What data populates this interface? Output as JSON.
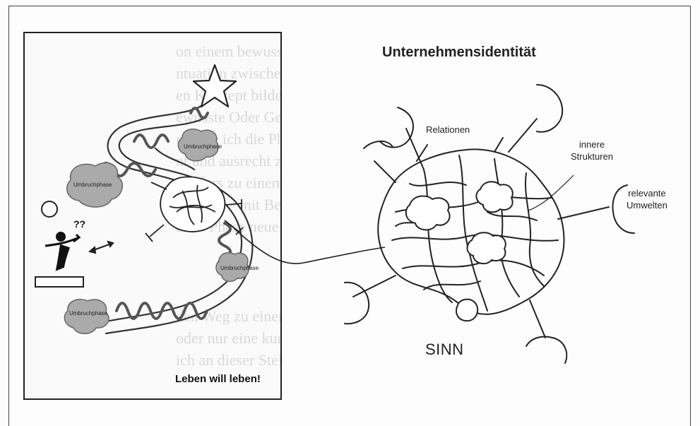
{
  "title": "Unternehmensidentität",
  "labels": {
    "relationen": "Relationen",
    "innere_strukturen": "innere\nStrukturen",
    "relevante_umwelten": "relevante\nUmwelten",
    "sinn": "SINN"
  },
  "left_panel": {
    "motto": "Leben will leben!",
    "phase_label": "Umbruchphase",
    "background_text_lines": [
      "on einem bewussten »Ladi g",
      "ntuation zwischen Hypothe",
      "en Konzept bildet.",
      "ewusste Oder Gebietes führt",
      "n bilde ich die Phasen über",
      "nt und ausrecht zum Bezug",
      "sonders zu einem großen",
      "geht um - mit Bezug",
      "auch Phase neue Impulse",
      "",
      "den Weg zu einem Ende",
      "oder nur eine kurze Zeit",
      "ich an dieser Stelle"
    ]
  }
}
